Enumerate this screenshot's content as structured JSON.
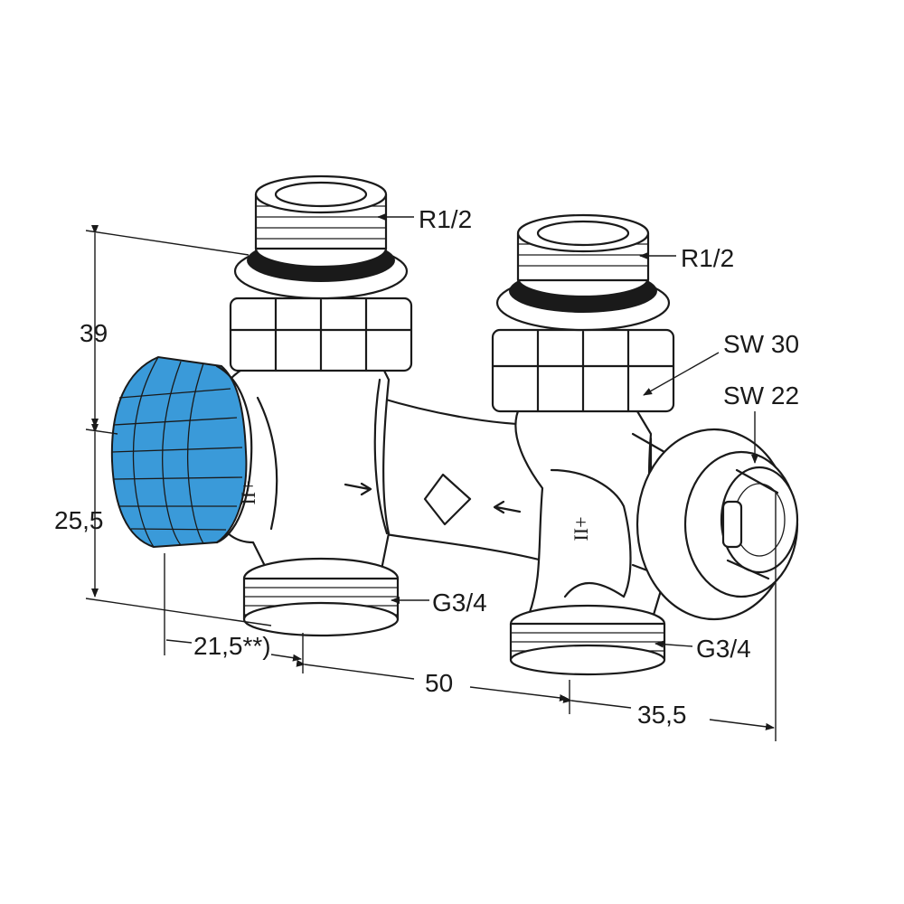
{
  "callouts": {
    "left_outlet_thread": "R1/2",
    "right_outlet_thread": "R1/2",
    "wrench_size_nut": "SW 30",
    "wrench_size_cap": "SW 22",
    "left_inlet_thread": "G3/4",
    "right_inlet_thread": "G3/4"
  },
  "dimensions": {
    "height_upper": "39",
    "height_lower": "25,5",
    "offset_left": "21,5**)",
    "spacing_center": "50",
    "offset_right": "35,5"
  },
  "body_markings": {
    "left_port_mark": "II+",
    "right_port_mark": "II+"
  },
  "colors": {
    "handwheel_accent": "#3a9ad9",
    "line": "#1a1a1a",
    "background": "#ffffff"
  },
  "icons": [
    "flow-arrow-right-icon",
    "flow-arrow-left-icon",
    "manufacturer-logo-icon",
    "leader-arrow-icon"
  ]
}
